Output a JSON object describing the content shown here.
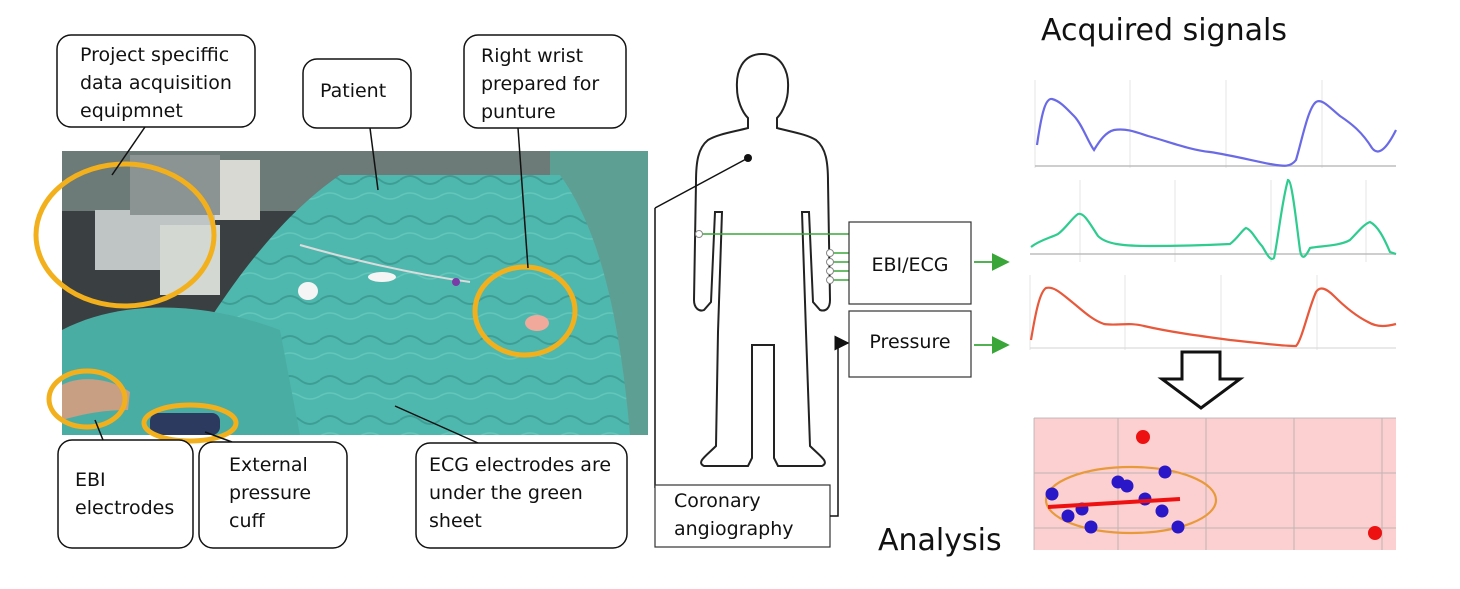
{
  "photo": {
    "callouts": {
      "equipment": [
        "Project speciffic",
        "data acquisition",
        "equipmnet"
      ],
      "patient": [
        "Patient"
      ],
      "wrist": [
        "Right wrist",
        "prepared for",
        "punture"
      ],
      "ebi": [
        "EBI",
        "electrodes"
      ],
      "cuff": [
        "External",
        "pressure",
        "cuff"
      ],
      "ecg": [
        "ECG electrodes are",
        "under the green",
        "sheet"
      ]
    }
  },
  "devices": {
    "ebi_ecg": "EBI/ECG",
    "pressure": "Pressure",
    "angio": [
      "Coronary",
      "angiography"
    ]
  },
  "signals": {
    "title": "Acquired signals",
    "colors": {
      "ebi": "#6a6ae6",
      "ecg": "#2ecc8f",
      "pressure": "#e8583a"
    }
  },
  "analysis": {
    "title": "Analysis",
    "colors": {
      "background": "#fcd0d0",
      "points": "#2a18c8",
      "outliers": "#ee1111",
      "fit": "#ee1111",
      "ellipse": "#e89a3a"
    }
  }
}
